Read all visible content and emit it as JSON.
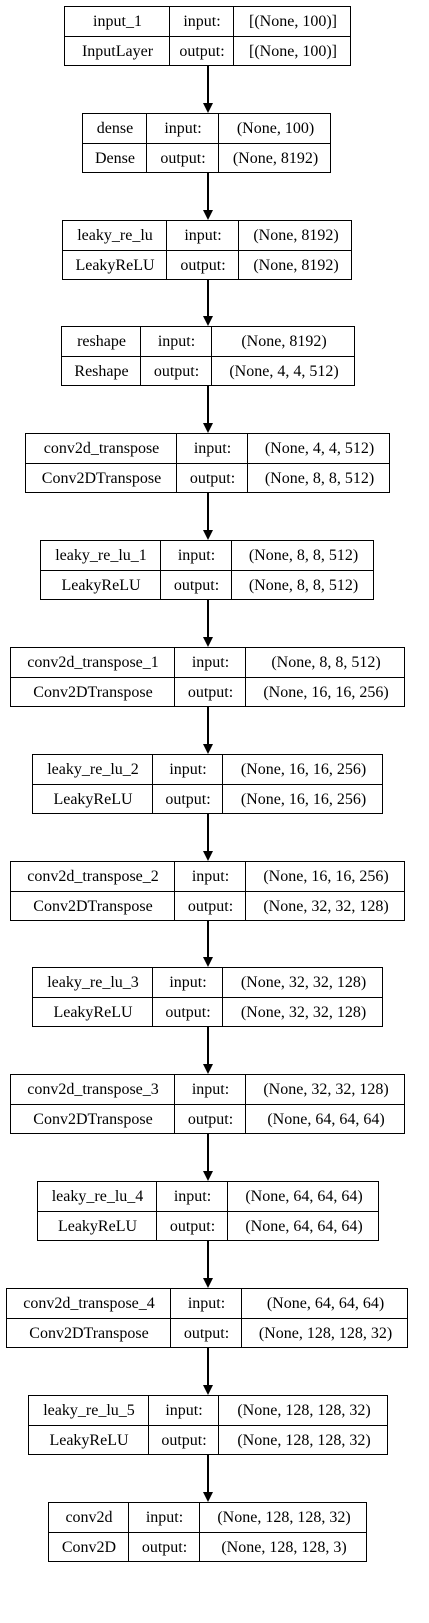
{
  "header": {
    "input": "input:",
    "output": "output:"
  },
  "layers": [
    {
      "name": "input_1",
      "type": "InputLayer",
      "input": "[(None, 100)]",
      "output": "[(None, 100)]"
    },
    {
      "name": "dense",
      "type": "Dense",
      "input": "(None, 100)",
      "output": "(None, 8192)"
    },
    {
      "name": "leaky_re_lu",
      "type": "LeakyReLU",
      "input": "(None, 8192)",
      "output": "(None, 8192)"
    },
    {
      "name": "reshape",
      "type": "Reshape",
      "input": "(None, 8192)",
      "output": "(None, 4, 4, 512)"
    },
    {
      "name": "conv2d_transpose",
      "type": "Conv2DTranspose",
      "input": "(None, 4, 4, 512)",
      "output": "(None, 8, 8, 512)"
    },
    {
      "name": "leaky_re_lu_1",
      "type": "LeakyReLU",
      "input": "(None, 8, 8, 512)",
      "output": "(None, 8, 8, 512)"
    },
    {
      "name": "conv2d_transpose_1",
      "type": "Conv2DTranspose",
      "input": "(None, 8, 8, 512)",
      "output": "(None, 16, 16, 256)"
    },
    {
      "name": "leaky_re_lu_2",
      "type": "LeakyReLU",
      "input": "(None, 16, 16, 256)",
      "output": "(None, 16, 16, 256)"
    },
    {
      "name": "conv2d_transpose_2",
      "type": "Conv2DTranspose",
      "input": "(None, 16, 16, 256)",
      "output": "(None, 32, 32, 128)"
    },
    {
      "name": "leaky_re_lu_3",
      "type": "LeakyReLU",
      "input": "(None, 32, 32, 128)",
      "output": "(None, 32, 32, 128)"
    },
    {
      "name": "conv2d_transpose_3",
      "type": "Conv2DTranspose",
      "input": "(None, 32, 32, 128)",
      "output": "(None, 64, 64, 64)"
    },
    {
      "name": "leaky_re_lu_4",
      "type": "LeakyReLU",
      "input": "(None, 64, 64, 64)",
      "output": "(None, 64, 64, 64)"
    },
    {
      "name": "conv2d_transpose_4",
      "type": "Conv2DTranspose",
      "input": "(None, 64, 64, 64)",
      "output": "(None, 128, 128, 32)"
    },
    {
      "name": "leaky_re_lu_5",
      "type": "LeakyReLU",
      "input": "(None, 128, 128, 32)",
      "output": "(None, 128, 128, 32)"
    },
    {
      "name": "conv2d",
      "type": "Conv2D",
      "input": "(None, 128, 128, 32)",
      "output": "(None, 128, 128, 3)"
    }
  ]
}
